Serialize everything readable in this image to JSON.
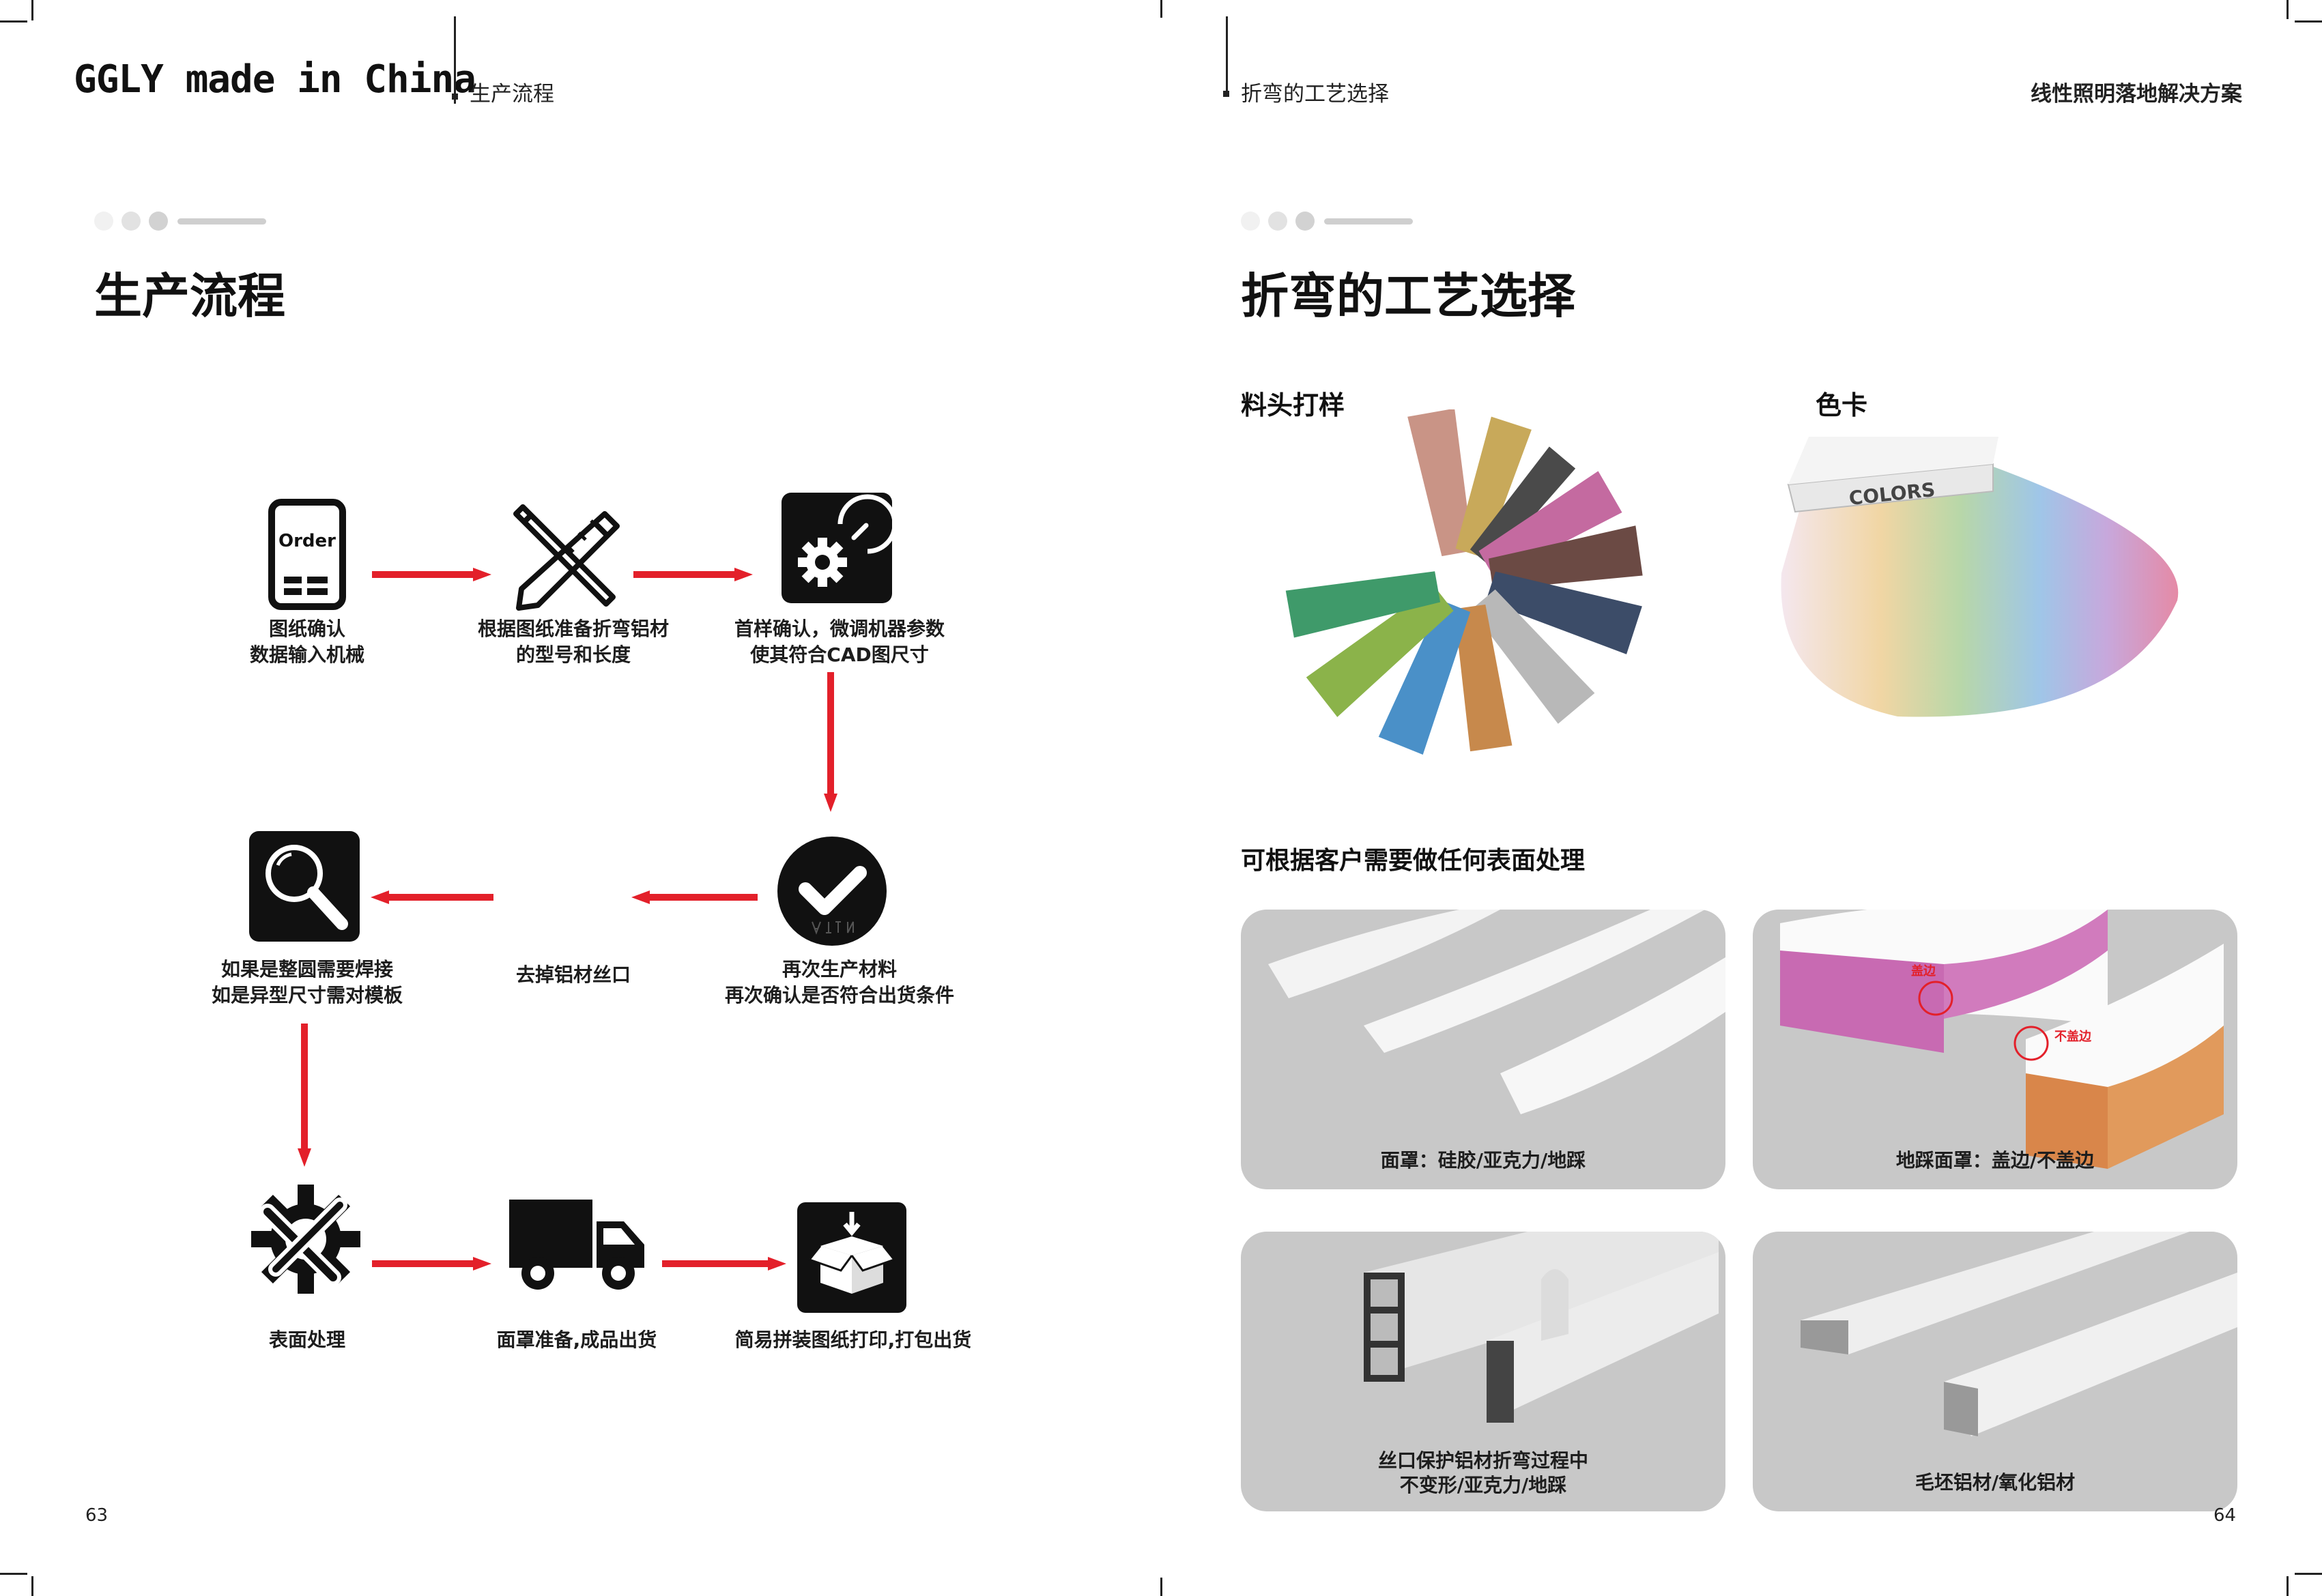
{
  "left_page": {
    "brand": "GGLY made in China",
    "section_header": "生产流程",
    "title": "生产流程",
    "page_number": "63",
    "steps": [
      {
        "line1": "图纸确认",
        "line2": "数据输入机械",
        "icon": "order-form-icon",
        "icon_text": "Order"
      },
      {
        "line1": "根据图纸准备折弯铝材",
        "line2": "的型号和长度",
        "icon": "pencil-ruler-icon"
      },
      {
        "line1": "首样确认，微调机器参数",
        "line2": "使其符合CAD图尺寸",
        "icon": "gear-gauge-icon"
      },
      {
        "line1": "再次生产材料",
        "line2": "再次确认是否符合出货条件",
        "icon": "check-badge-icon"
      },
      {
        "line1": "去掉铝材丝口",
        "line2": "",
        "icon": ""
      },
      {
        "line1": "如果是整圆需要焊接",
        "line2": "如是异型尺寸需对模板",
        "icon": "magnifier-icon"
      },
      {
        "line1": "表面处理",
        "line2": "",
        "icon": "tools-gear-icon"
      },
      {
        "line1": "面罩准备,成品出货",
        "line2": "",
        "icon": "delivery-truck-icon"
      },
      {
        "line1": "简易拼装图纸打印,打包出货",
        "line2": "",
        "icon": "package-box-icon"
      }
    ]
  },
  "right_page": {
    "section_header": "折弯的工艺选择",
    "tagline": "线性照明落地解决方案",
    "title": "折弯的工艺选择",
    "page_number": "64",
    "samples_label": "料头打样",
    "colorcard_label": "色卡",
    "colorcard_print": "COLORS",
    "surface_heading": "可根据客户需要做任何表面处理",
    "cards": [
      {
        "line1": "面罩：硅胶/亚克力/地踩",
        "line2": ""
      },
      {
        "line1": "地踩面罩：盖边/不盖边",
        "line2": "",
        "tag1": "盖边",
        "tag2": "不盖边"
      },
      {
        "line1": "丝口保护铝材折弯过程中",
        "line2": "不变形/亚克力/地踩"
      },
      {
        "line1": "毛坯铝材/氧化铝材",
        "line2": ""
      }
    ]
  },
  "colors": {
    "arrow_red": "#e3202a",
    "icon_black": "#111111",
    "card_gray": "#c8c8c8"
  }
}
